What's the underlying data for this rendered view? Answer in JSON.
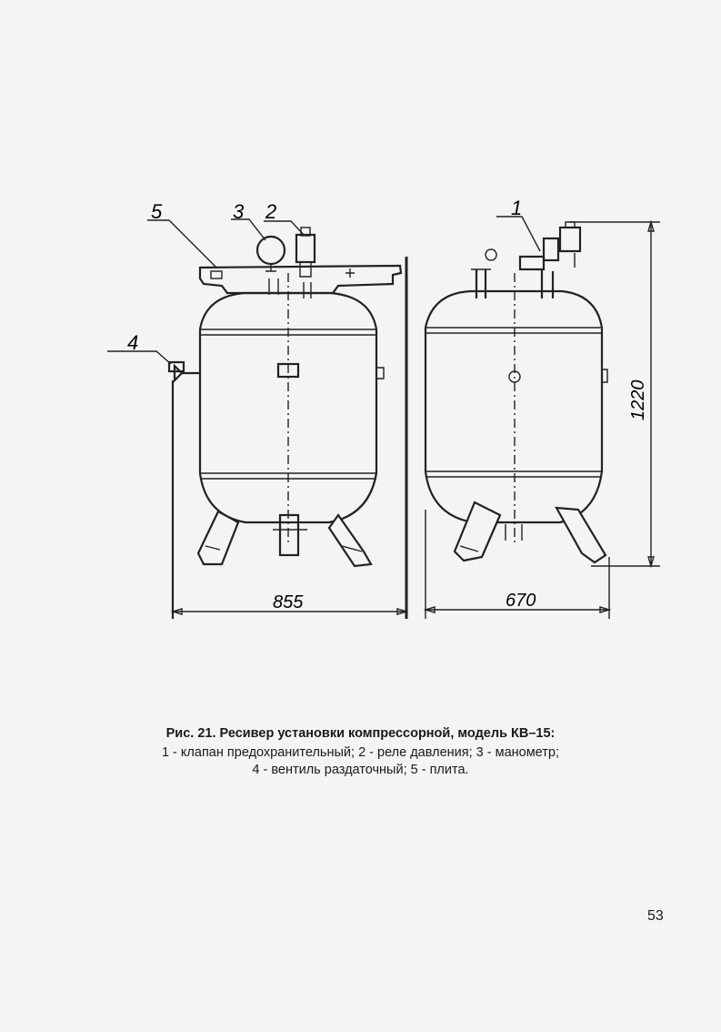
{
  "figure": {
    "callouts": [
      "5",
      "3",
      "2",
      "4",
      "1"
    ],
    "dimensions": {
      "front_width": "855",
      "side_width": "670",
      "height": "1220"
    }
  },
  "caption": {
    "title": "Рис. 21. Ресивер установки компрессорной, модель КВ–15:",
    "line1": "1 - клапан предохранительный; 2 - реле давления; 3 - манометр;",
    "line2": "4 - вентиль раздаточный; 5 - плита."
  },
  "page": {
    "number": "53"
  }
}
